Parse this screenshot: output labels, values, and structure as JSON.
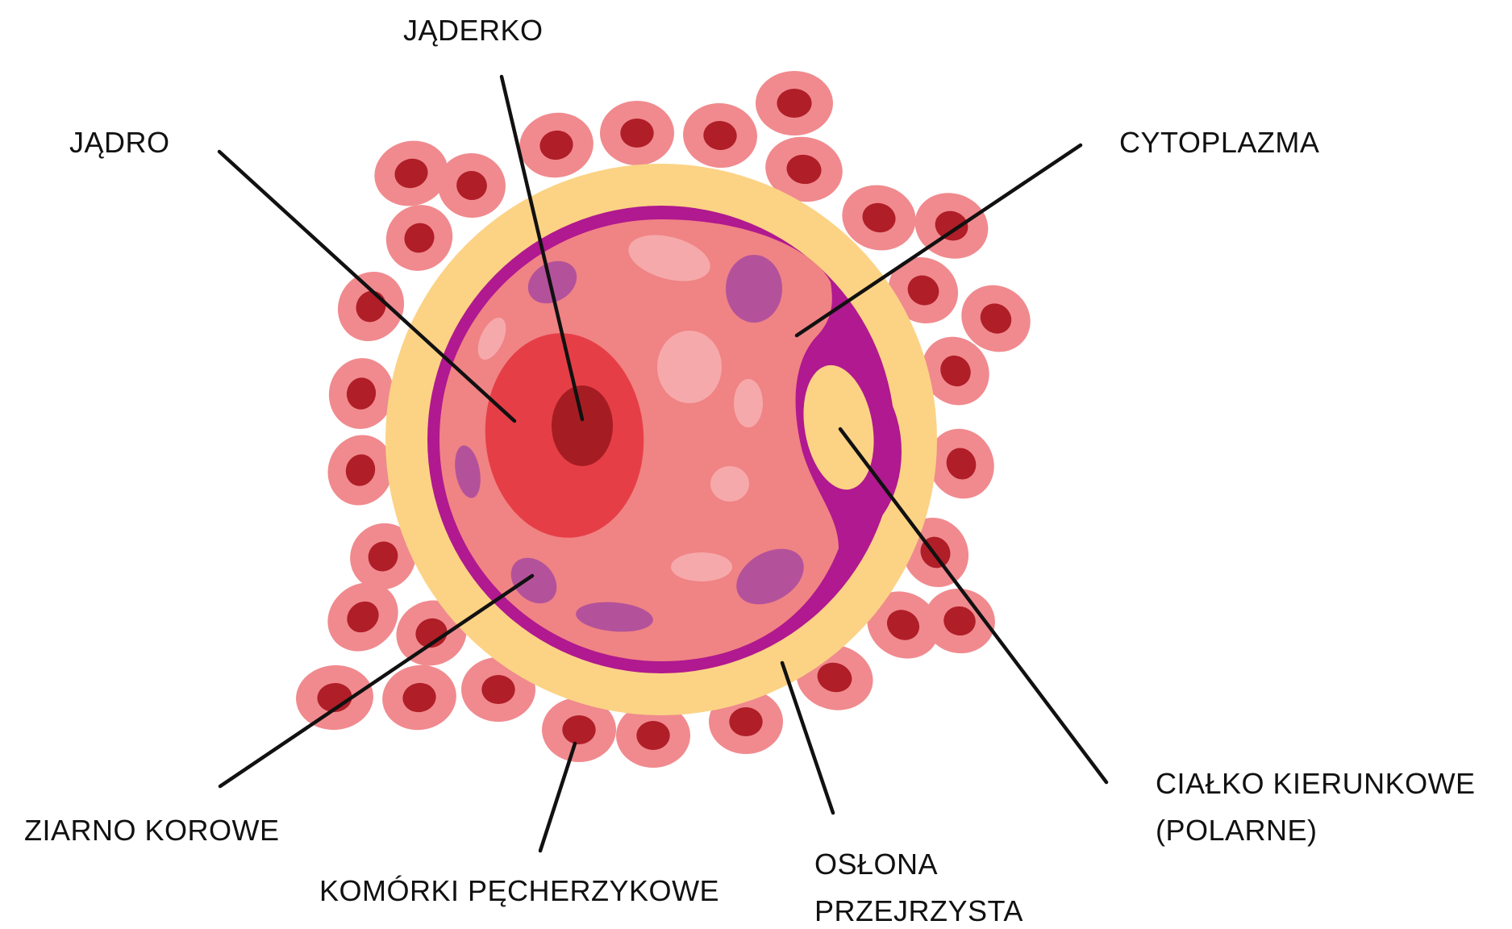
{
  "labels": {
    "jaderko": "JĄDERKO",
    "jadro": "JĄDRO",
    "cytoplazma": "CYTOPLAZMA",
    "cialko_line1": "CIAŁKO KIERUNKOWE",
    "cialko_line2": "(POLARNE)",
    "ziarno": "ZIARNO KOROWE",
    "komorki": "KOMÓRKI PĘCHERZYKOWE",
    "oslona_line1": "OSŁONA",
    "oslona_line2": "PRZEJRZYSTA"
  },
  "colors": {
    "follicle_cell": "#F08A8E",
    "follicle_nucleus": "#B01E28",
    "zona": "#FCD385",
    "membrane": "#B0198F",
    "cytoplasm": "#F08384",
    "nucleus": "#E63E46",
    "nucleolus": "#A51D22",
    "cortical_granule": "#B3529B",
    "vesicle": "#F6A9AB",
    "polar_body": "#FCD385",
    "leader_line": "#111111"
  }
}
